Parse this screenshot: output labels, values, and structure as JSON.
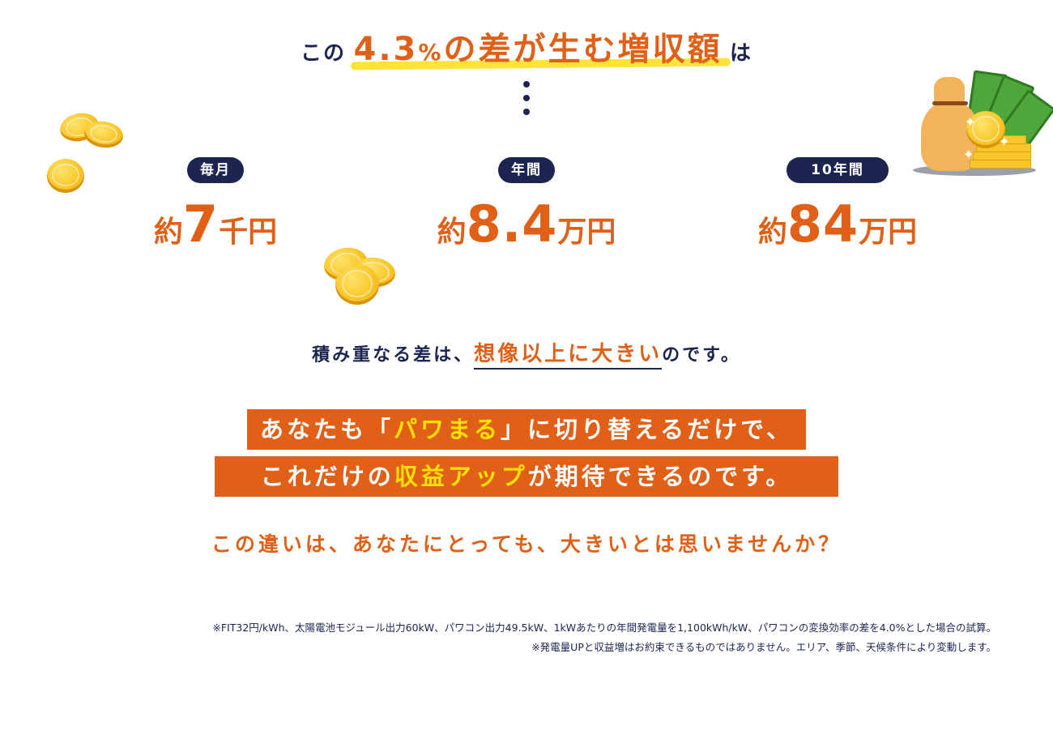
{
  "heading": {
    "prefix": "この",
    "highlight_num": "4.3",
    "highlight_pct": "%",
    "highlight_text": "の差が生む増収額",
    "suffix": "は"
  },
  "periods": [
    {
      "label": "毎月",
      "prefix": "約",
      "number": "7",
      "unit": "千円"
    },
    {
      "label": "年間",
      "prefix": "約",
      "number": "8.4",
      "unit": "万円"
    },
    {
      "label": "10年間",
      "prefix": "約",
      "number": "84",
      "unit": "万円"
    }
  ],
  "summary": {
    "before": "積み重なる差は、",
    "highlight": "想像以上に大きい",
    "after": "のです。"
  },
  "banner1": {
    "before": "あなたも",
    "bracket_open": "「",
    "brand": "パワまる",
    "bracket_close": "」",
    "after": "に切り替えるだけで、"
  },
  "banner2": {
    "before": "これだけの",
    "highlight": "収益アップ",
    "after": "が期待できるのです。"
  },
  "question": "この違いは、あなたにとっても、大きいとは思いませんか？",
  "notes": [
    "※FIT32円/kWh、太陽電池モジュール出力60kW、パワコン出力49.5kW、1kWあたりの年間発電量を1,100kWh/kW、パワコンの変換効率の差を4.0%とした場合の試算。",
    "※発電量UPと収益増はお約束できるものではありません。エリア、季節、天候条件により変動します。"
  ],
  "colors": {
    "navy": "#1b2550",
    "orange": "#e06018",
    "yellow": "#ffe000"
  },
  "icons": [
    "coin-icon",
    "money-bag-icon",
    "banknote-icon"
  ]
}
